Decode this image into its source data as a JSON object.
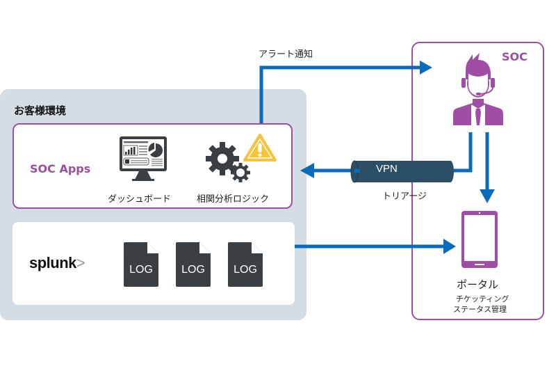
{
  "customer_env": {
    "title": "お客様環境",
    "soc_apps": {
      "label": "SOC Apps",
      "dashboard_label": "ダッシュボード",
      "correlation_label": "相関分析ロジック"
    },
    "splunk": {
      "logo_text": "splunk",
      "logo_mark": ">",
      "logs": [
        "LOG",
        "LOG",
        "LOG"
      ]
    }
  },
  "soc": {
    "label": "SOC",
    "portal_label": "ポータル",
    "portal_desc_line1": "チケッティング",
    "portal_desc_line2": "ステータス管理"
  },
  "flows": {
    "alert_label": "アラート通知",
    "vpn_label": "VPN",
    "triage_label": "トリアージ"
  },
  "colors": {
    "accent_purple": "#9c4ea3",
    "arrow_blue": "#0a6bbd",
    "env_bg": "#d5dde4",
    "icon_dark": "#3a3f44",
    "warning_yellow": "#f6c33b",
    "vpn_pipe": "#2d4f66"
  }
}
